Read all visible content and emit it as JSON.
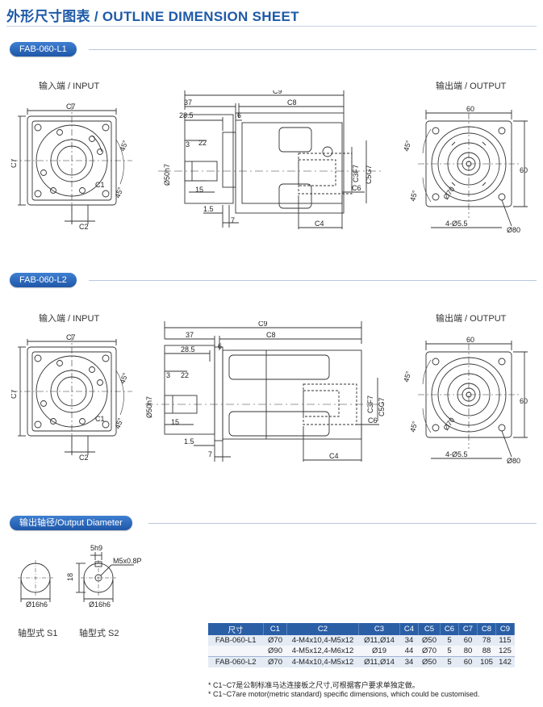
{
  "header": {
    "title": "外形尺寸图表 / OUTLINE DIMENSION SHEET"
  },
  "sections": {
    "l1": {
      "label": "FAB-060-L1"
    },
    "l2": {
      "label": "FAB-060-L2"
    },
    "shaft": {
      "label": "输出轴径/Output Diameter"
    }
  },
  "views": {
    "input": "输入端 / INPUT",
    "output": "输出端 / OUTPUT"
  },
  "dims": {
    "C7": "C7",
    "C1": "C1",
    "C2": "C2",
    "C9": "C9",
    "C8": "C8",
    "C4": "C4",
    "C6": "C6",
    "C3F7": "C3F7",
    "C5G7": "C5G7",
    "d37": "37",
    "d285": "28.5",
    "d6": "6",
    "d3": "3",
    "d22": "22",
    "d15": "15",
    "d15b": "1.5",
    "d7": "7",
    "d50h7": "Ø50h7",
    "d60": "60",
    "d70": "Ø70",
    "d80": "Ø80",
    "d455": "4-Ø5.5",
    "a45": "45°"
  },
  "shaft": {
    "s1_label": "轴型式 S1",
    "s2_label": "轴型式 S2",
    "d16h6": "Ø16h6",
    "h18": "18",
    "k5h9": "5h9",
    "m5": "M5x0.8P"
  },
  "table": {
    "headers": [
      "尺寸",
      "C1",
      "C2",
      "C3",
      "C4",
      "C5",
      "C6",
      "C7",
      "C8",
      "C9"
    ],
    "rows": [
      [
        "FAB-060-L1",
        "Ø70",
        "4-M4x10,4-M5x12",
        "Ø11,Ø14",
        "34",
        "Ø50",
        "5",
        "60",
        "78",
        "115"
      ],
      [
        "",
        "Ø90",
        "4-M5x12,4-M6x12",
        "Ø19",
        "44",
        "Ø70",
        "5",
        "80",
        "88",
        "125"
      ],
      [
        "FAB-060-L2",
        "Ø70",
        "4-M4x10,4-M5x12",
        "Ø11,Ø14",
        "34",
        "Ø50",
        "5",
        "60",
        "105",
        "142"
      ]
    ]
  },
  "notes": [
    "* C1~C7是公制标准马达连接板之尺寸,可根据客户要求单独定做。",
    "* C1~C7are motor(metric standard)  specific dimensions, which could be customised."
  ],
  "colors": {
    "accent": "#1e5aa8",
    "header_bg": "#2a5fa6",
    "row_light": "#f4f6fa",
    "row_tint": "#e4ebf5"
  }
}
